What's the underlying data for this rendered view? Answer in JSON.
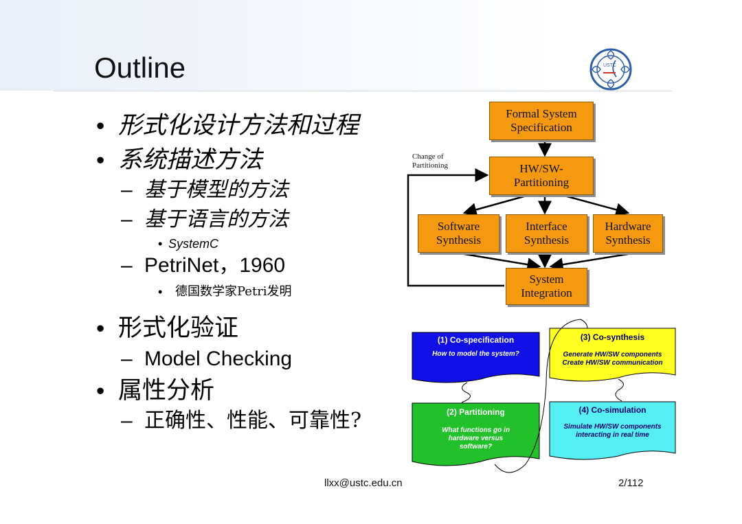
{
  "slide": {
    "title": "Outline",
    "footer_email": "llxx@ustc.edu.cn",
    "page_number": "2/112",
    "logo_text": "USTC"
  },
  "outline": [
    {
      "level": 1,
      "bullet": "•",
      "text": "形式化设计方法和过程",
      "italic": true
    },
    {
      "level": 1,
      "bullet": "•",
      "text": "系统描述方法",
      "italic": true
    },
    {
      "level": 2,
      "bullet": "–",
      "text": "基于模型的方法",
      "italic": true
    },
    {
      "level": 2,
      "bullet": "–",
      "text": "基于语言的方法",
      "italic": true
    },
    {
      "level": 3,
      "bullet": "•",
      "text": "SystemC",
      "italic": true
    },
    {
      "level": 2,
      "bullet": "–",
      "text": "PetriNet，1960",
      "italic": false
    },
    {
      "level": 3,
      "bullet": "•",
      "text": "德国数学家Petri发明",
      "italic": false
    },
    {
      "level": 1,
      "bullet": "•",
      "text": "形式化验证",
      "italic": false
    },
    {
      "level": 2,
      "bullet": "–",
      "text": "Model Checking",
      "italic": false
    },
    {
      "level": 1,
      "bullet": "•",
      "text": "属性分析",
      "italic": false
    },
    {
      "level": 2,
      "bullet": "–",
      "text": "正确性、性能、可靠性?",
      "italic": false
    }
  ],
  "flow_diagram": {
    "spec": "Formal System\nSpecification",
    "partition": "HW/SW-\nPartitioning",
    "software": "Software\nSynthesis",
    "interface": "Interface\nSynthesis",
    "hardware": "Hardware\nSynthesis",
    "integration": "System\nIntegration",
    "feedback_label": "Change of\nPartitioning",
    "box_color": "#f59a10"
  },
  "codesign": {
    "cospec": {
      "title": "(1) Co-specification",
      "sub": "How to model the system?",
      "color": "#1010e6",
      "text_color": "#ffffff"
    },
    "partitioning": {
      "title": "(2) Partitioning",
      "sub": "What functions go in hardware versus software?",
      "color": "#22c02a",
      "text_color": "#ffffff"
    },
    "cosynthesis": {
      "title": "(3) Co-synthesis",
      "sub": "Generate HW/SW components\nCreate HW/SW communication",
      "color": "#ffff22",
      "text_color": "#000066"
    },
    "cosimulation": {
      "title": "(4) Co-simulation",
      "sub": "Simulate HW/SW components interacting in real time",
      "color": "#55eef3",
      "text_color": "#000066"
    }
  }
}
